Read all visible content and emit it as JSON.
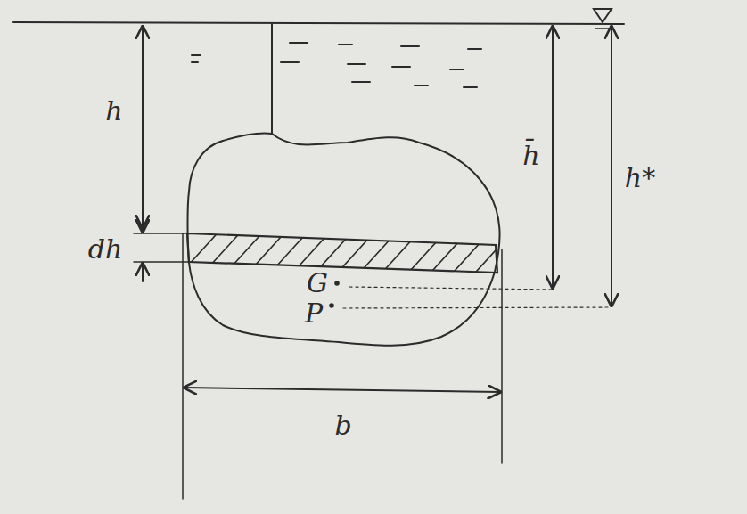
{
  "diagram": {
    "labels": [
      "h",
      "dh",
      "h̄",
      "h*",
      "G",
      "P",
      "b"
    ]
  }
}
